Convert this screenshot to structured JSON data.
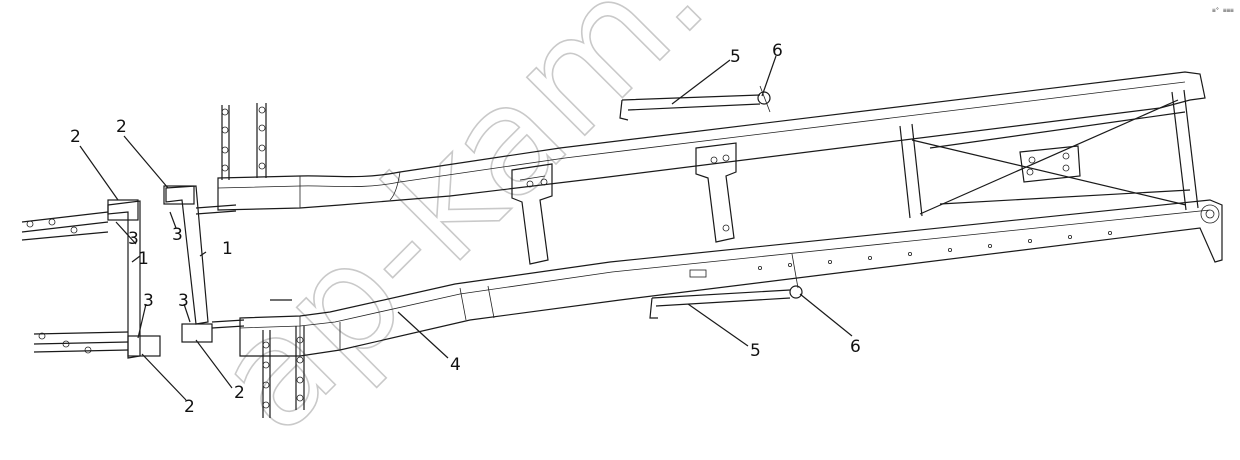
{
  "part_labels": [
    "2",
    "2",
    "3",
    "3",
    "1",
    "1",
    "3",
    "3",
    "2",
    "2",
    "4",
    "5",
    "6",
    "5",
    "6"
  ],
  "corner_code": "≡° ≡≡≡",
  "watermark": "ap-kam.r"
}
